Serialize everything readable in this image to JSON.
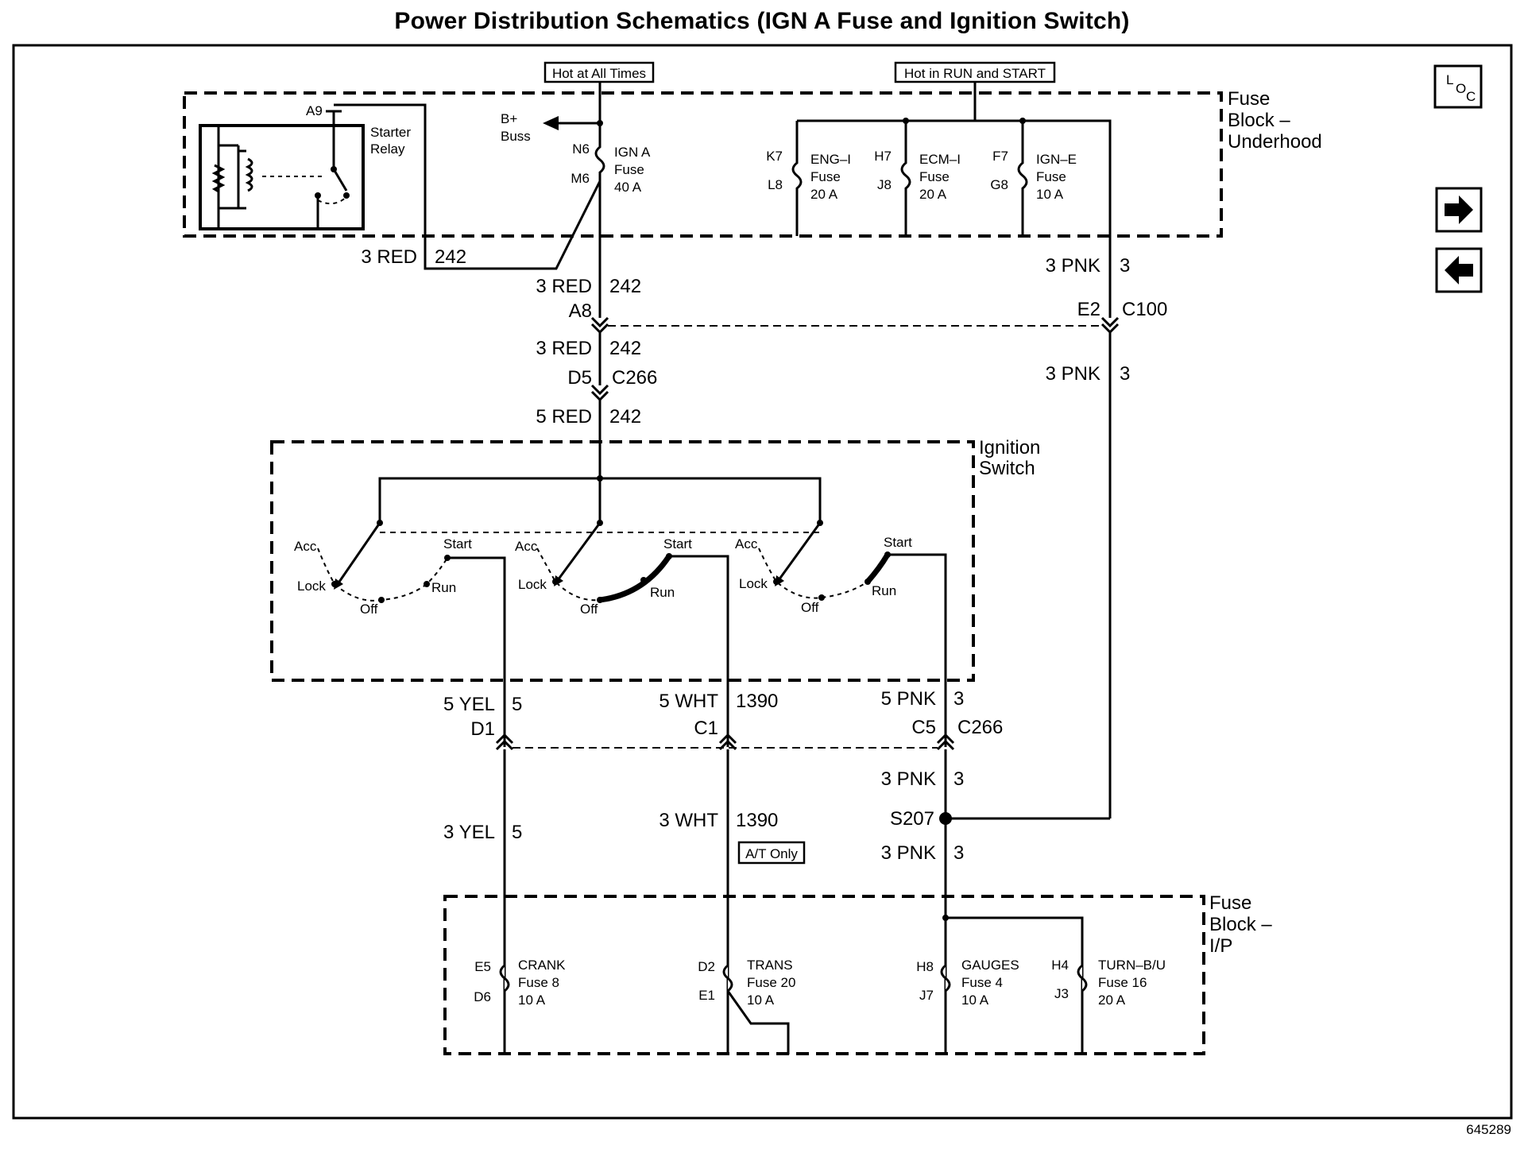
{
  "title": "Power Distribution Schematics (IGN A Fuse and Ignition Switch)",
  "figure_number": "645289",
  "nav": {
    "loc_icon_letters": [
      "L",
      "O",
      "C"
    ],
    "next_icon": "arrow-right-icon",
    "prev_icon": "arrow-left-icon"
  },
  "tags": {
    "hot_all_times": "Hot at All Times",
    "hot_run_start": "Hot in RUN and START",
    "at_only": "A/T Only"
  },
  "blocks": {
    "underhood": [
      "Fuse",
      "Block –",
      "Underhood"
    ],
    "ignition_switch": [
      "Ignition",
      "Switch"
    ],
    "ip": [
      "Fuse",
      "Block –",
      "I/P"
    ]
  },
  "starter_relay": {
    "pin": "A9",
    "label": [
      "Starter",
      "Relay"
    ]
  },
  "bplus": [
    "B+",
    "Buss"
  ],
  "underhood_fuses": [
    {
      "top_pin": "N6",
      "bottom_pin": "M6",
      "label": [
        "IGN A",
        "Fuse",
        "40 A"
      ]
    },
    {
      "top_pin": "K7",
      "bottom_pin": "L8",
      "label": [
        "ENG–I",
        "Fuse",
        "20 A"
      ]
    },
    {
      "top_pin": "H7",
      "bottom_pin": "J8",
      "label": [
        "ECM–I",
        "Fuse",
        "20 A"
      ]
    },
    {
      "top_pin": "F7",
      "bottom_pin": "G8",
      "label": [
        "IGN–E",
        "Fuse",
        "10 A"
      ]
    }
  ],
  "wires": {
    "relay_feed": {
      "color": "3 RED",
      "circuit": "242"
    },
    "main_1": {
      "color": "3 RED",
      "circuit": "242"
    },
    "a8_pin": "A8",
    "main_2": {
      "color": "3 RED",
      "circuit": "242"
    },
    "d5_pin": "D5",
    "c266_top": "C266",
    "main_3": {
      "color": "5 RED",
      "circuit": "242"
    },
    "pnk_top": {
      "color": "3 PNK",
      "circuit": "3"
    },
    "e2_pin": "E2",
    "c100": "C100",
    "pnk_mid": {
      "color": "3 PNK",
      "circuit": "3"
    },
    "yel_up": {
      "color": "5 YEL",
      "circuit": "5"
    },
    "d1_pin": "D1",
    "yel_low": {
      "color": "3 YEL",
      "circuit": "5"
    },
    "wht_up": {
      "color": "5 WHT",
      "circuit": "1390"
    },
    "c1_pin": "C1",
    "wht_low": {
      "color": "3 WHT",
      "circuit": "1390"
    },
    "pnk_sw": {
      "color": "5 PNK",
      "circuit": "3"
    },
    "c5_pin": "C5",
    "c266_bottom": "C266",
    "pnk_c5_low": {
      "color": "3 PNK",
      "circuit": "3"
    },
    "splice": "S207",
    "pnk_to_ip": {
      "color": "3 PNK",
      "circuit": "3"
    }
  },
  "switch_positions": [
    "Acc",
    "Start",
    "Lock",
    "Off",
    "Run"
  ],
  "ip_fuses": [
    {
      "top_pin": "E5",
      "bottom_pin": "D6",
      "label": [
        "CRANK",
        "Fuse 8",
        "10 A"
      ]
    },
    {
      "top_pin": "D2",
      "bottom_pin": "E1",
      "label": [
        "TRANS",
        "Fuse 20",
        "10 A"
      ]
    },
    {
      "top_pin": "H8",
      "bottom_pin": "J7",
      "label": [
        "GAUGES",
        "Fuse 4",
        "10 A"
      ]
    },
    {
      "top_pin": "H4",
      "bottom_pin": "J3",
      "label": [
        "TURN–B/U",
        "Fuse 16",
        "20 A"
      ]
    }
  ]
}
